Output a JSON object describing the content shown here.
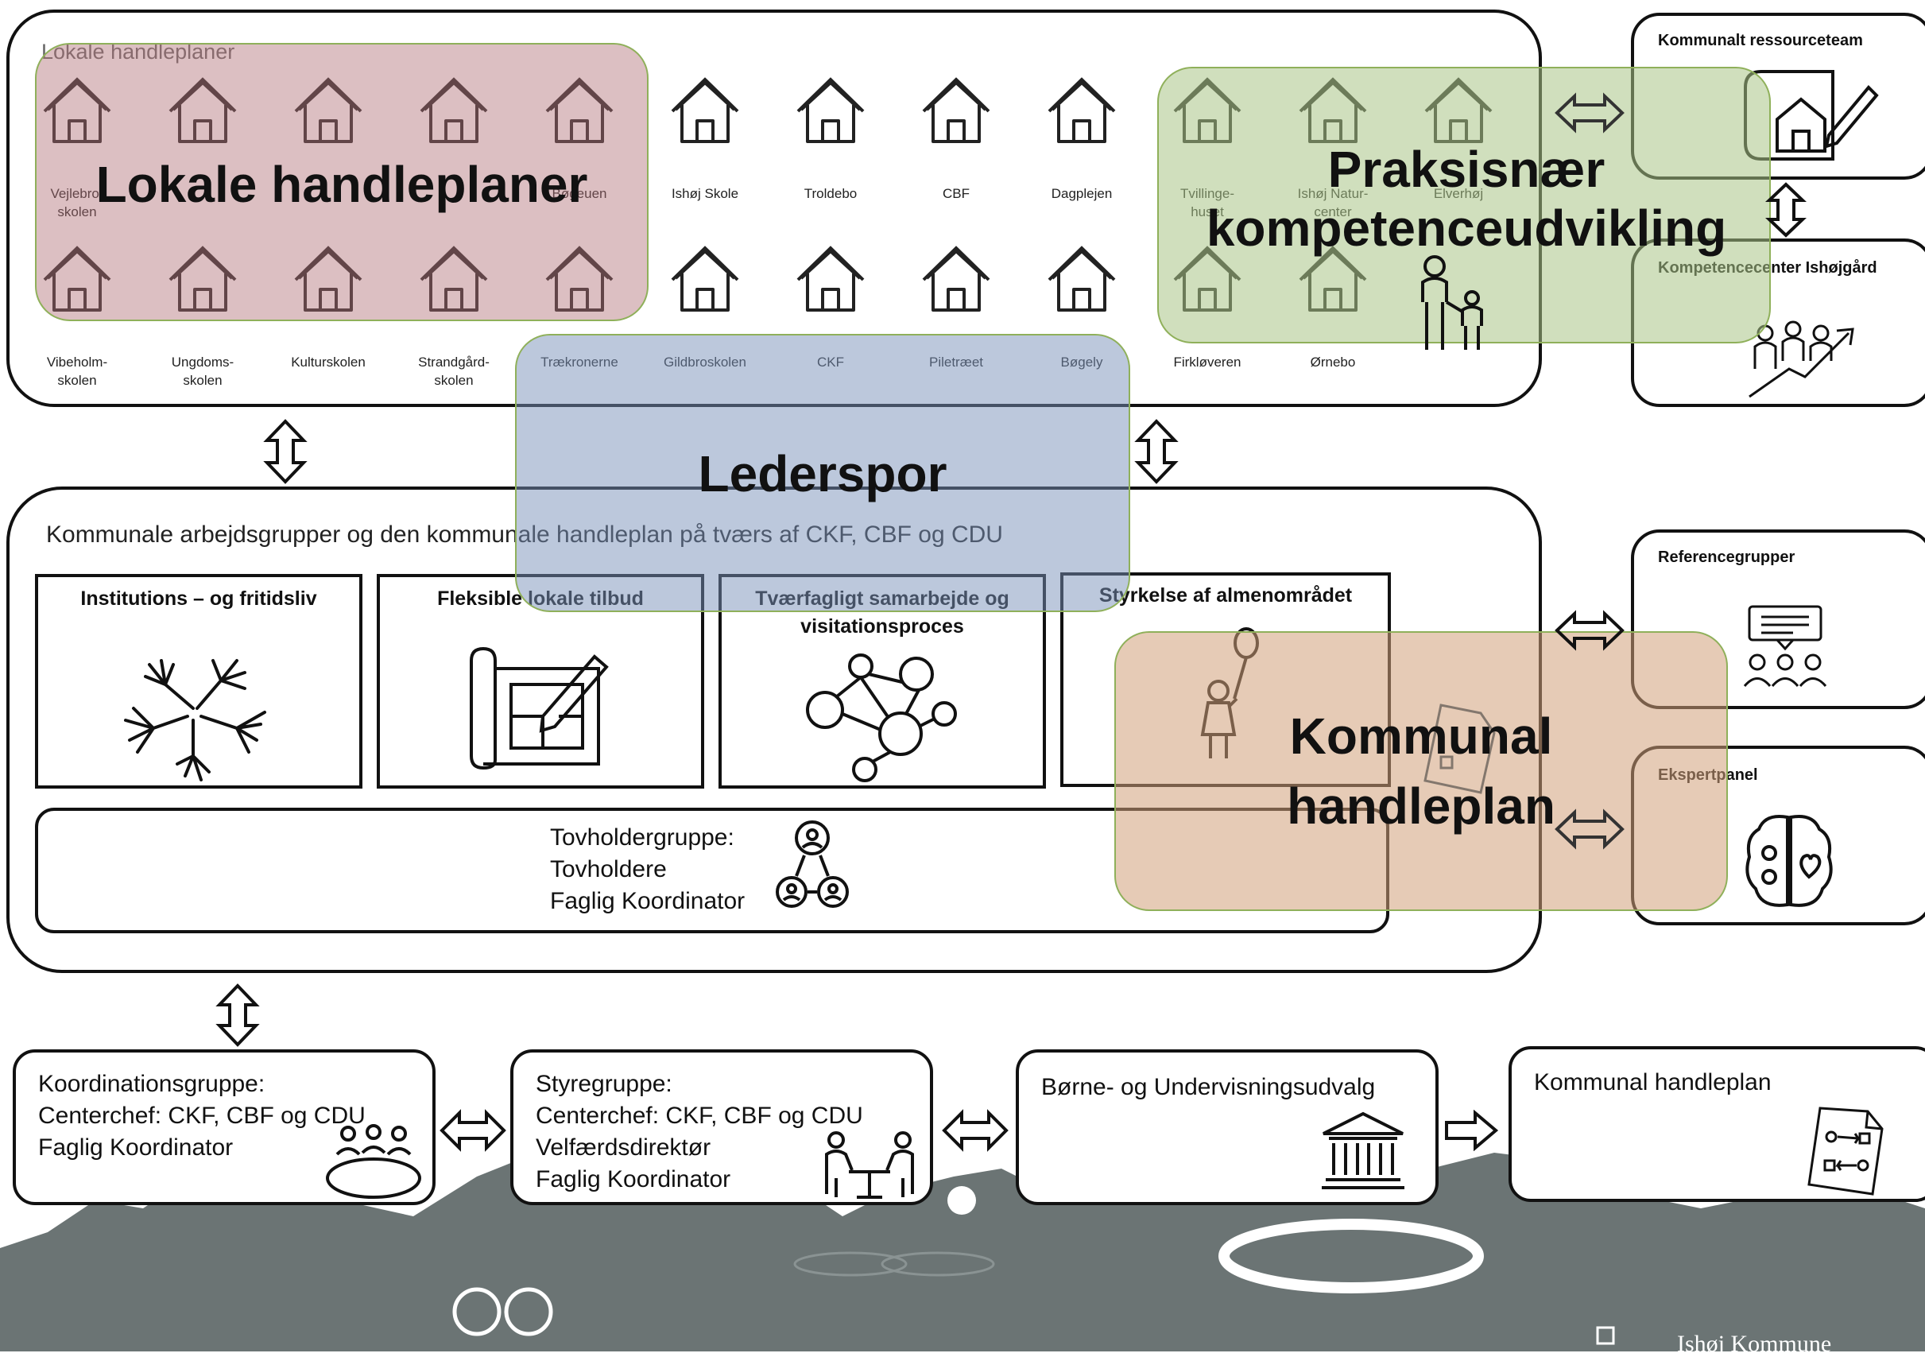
{
  "top_panel": {
    "title": "Lokale handleplaner",
    "institutions_row1": [
      "Vejlebro-\nskolen",
      "",
      "",
      "",
      "Bøgeuen",
      "Ishøj Skole",
      "Troldebo",
      "CBF",
      "Dagplejen",
      "Tvillinge-\nhuset",
      "Ishøj Natur-\ncenter",
      "Elverhøj"
    ],
    "institutions_row2": [
      "Vibeholm-\nskolen",
      "Ungdoms-\nskolen",
      "Kulturskolen",
      "Strandgård-\nskolen",
      "Trækronerne",
      "Gildbroskolen",
      "CKF",
      "Piletræet",
      "Bøgely",
      "Firkløveren",
      "Ørnebo"
    ],
    "house_icon": "house-icon"
  },
  "overlays": {
    "lokale": "Lokale handleplaner",
    "praksis_line1": "Praksisnær",
    "praksis_line2": "kompetenceudvikling",
    "lederspor": "Lederspor",
    "kommunal_line1": "Kommunal",
    "kommunal_line2": "handleplan"
  },
  "right_panel": {
    "ressourceteam": "Kommunalt ressourceteam",
    "kompetencecenter": "Kompetencecenter Ishøjgård",
    "referencegrupper": "Referencegrupper",
    "ekspertpanel": "Ekspertpanel"
  },
  "middle_panel": {
    "title": "Kommunale arbejdsgrupper og den kommunale handleplan på tværs af CKF, CBF og CDU",
    "workgroups": [
      "Institutions – og fritidsliv",
      "Fleksible lokale tilbud",
      "Tværfagligt samarbejde og visitationsproces",
      "Styrkelse af almenområdet"
    ],
    "tovholder_lines": [
      "Tovholdergruppe:",
      "Tovholdere",
      "Faglig Koordinator"
    ]
  },
  "bottom_row": {
    "koordination_lines": [
      "Koordinationsgruppe:",
      "Centerchef: CKF, CBF og CDU",
      "Faglig Koordinator"
    ],
    "styregruppe_lines": [
      "Styregruppe:",
      "Centerchef: CKF, CBF og CDU",
      "Velfærdsdirektør",
      "Faglig Koordinator"
    ],
    "udvalg": "Børne- og Undervisningsudvalg",
    "handleplan": "Kommunal handleplan"
  },
  "footer": {
    "logo_text": "Ishøj Kommune",
    "skyline_color": "#6b7474"
  },
  "colors": {
    "pink": "#c99ea3",
    "green": "#b9cc9a",
    "blue": "#9fb1cc",
    "peach": "#ddb59a"
  }
}
